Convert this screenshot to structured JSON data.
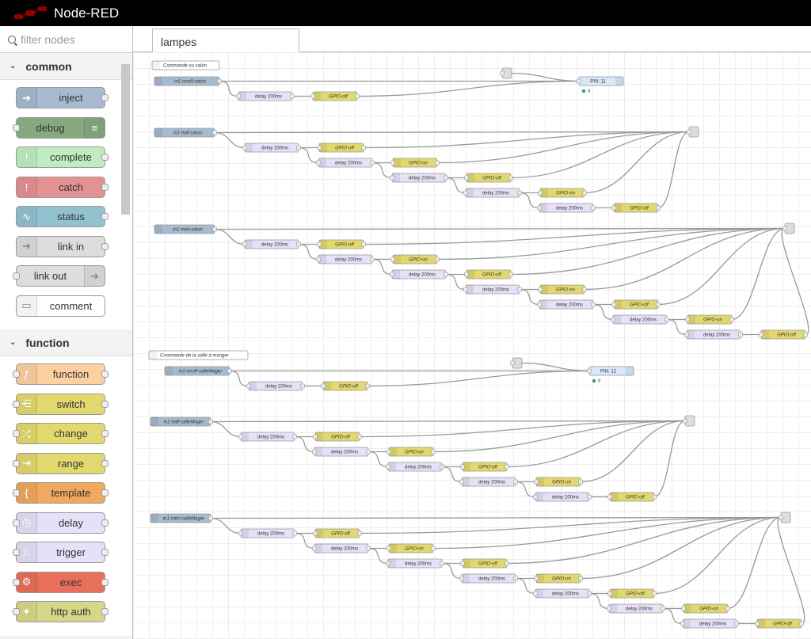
{
  "app": {
    "title": "Node-RED"
  },
  "palette": {
    "filter_placeholder": "filter nodes",
    "categories": [
      {
        "name": "common",
        "nodes": [
          {
            "label": "inject",
            "color": "#a6bbcf",
            "icon": "arrow-in-icon",
            "side": "left",
            "in": false,
            "out": true
          },
          {
            "label": "debug",
            "color": "#87a980",
            "icon": "list-icon",
            "side": "right",
            "in": true,
            "out": false
          },
          {
            "label": "complete",
            "color": "#c0edc0",
            "icon": "exclaim-icon",
            "side": "left",
            "in": false,
            "out": true
          },
          {
            "label": "catch",
            "color": "#e49191",
            "icon": "exclaim-icon",
            "side": "left",
            "in": false,
            "out": true
          },
          {
            "label": "status",
            "color": "#94c1d0",
            "icon": "pulse-icon",
            "side": "left",
            "in": false,
            "out": true
          },
          {
            "label": "link in",
            "color": "#dddddd",
            "icon": "link-in-icon",
            "side": "left",
            "in": false,
            "out": true
          },
          {
            "label": "link out",
            "color": "#dddddd",
            "icon": "link-out-icon",
            "side": "right",
            "in": true,
            "out": false
          },
          {
            "label": "comment",
            "color": "#ffffff",
            "icon": "comment-icon",
            "side": "left",
            "in": false,
            "out": false
          }
        ]
      },
      {
        "name": "function",
        "nodes": [
          {
            "label": "function",
            "color": "#fdd0a2",
            "icon": "function-icon",
            "side": "left",
            "in": true,
            "out": true
          },
          {
            "label": "switch",
            "color": "#e2d96e",
            "icon": "switch-icon",
            "side": "left",
            "in": true,
            "out": true
          },
          {
            "label": "change",
            "color": "#e2d96e",
            "icon": "shuffle-icon",
            "side": "left",
            "in": true,
            "out": true
          },
          {
            "label": "range",
            "color": "#e2d96e",
            "icon": "range-icon",
            "side": "left",
            "in": true,
            "out": true
          },
          {
            "label": "template",
            "color": "#f0a95f",
            "icon": "template-icon",
            "side": "left",
            "in": true,
            "out": true
          },
          {
            "label": "delay",
            "color": "#e6e0f8",
            "icon": "timer-icon",
            "side": "left",
            "in": true,
            "out": true
          },
          {
            "label": "trigger",
            "color": "#e6e0f8",
            "icon": "trigger-icon",
            "side": "left",
            "in": true,
            "out": true
          },
          {
            "label": "exec",
            "color": "#e8705a",
            "icon": "gear-icon",
            "side": "left",
            "in": true,
            "out": true
          },
          {
            "label": "http auth",
            "color": "#d7d78a",
            "icon": "globe-icon",
            "side": "left",
            "in": true,
            "out": true
          }
        ]
      }
    ]
  },
  "workspace": {
    "tabs": [
      {
        "label": "lampes"
      }
    ],
    "comments": [
      "Commande su salon",
      "Commande de la salle à manger"
    ],
    "groups": [
      {
        "inject": "in1-onoff-salon",
        "pin": "PIN: 11",
        "delay": "delay 200ms",
        "gpio_off": "GPIO-off",
        "status": "0"
      },
      {
        "inject": "in1-half-salon",
        "delay": "delay 200ms",
        "gpio_off": "GPIO-off",
        "gpio_on": "GPIO-on"
      },
      {
        "inject": "in1-mini-salon",
        "delay": "delay 200ms",
        "gpio_off": "GPIO-off",
        "gpio_on": "GPIO-on"
      },
      {
        "inject": "in1-onoff-salleMager",
        "pin": "PIN: 12",
        "delay": "delay 200ms",
        "gpio_off": "GPIO-off",
        "status": "0"
      },
      {
        "inject": "in1-half-salleMager",
        "delay": "delay 200ms",
        "gpio_off": "GPIO-off",
        "gpio_on": "GPIO-on"
      },
      {
        "inject": "in1-mini-salleMager",
        "delay": "delay 200ms",
        "gpio_off": "GPIO-off",
        "gpio_on": "GPIO-on"
      }
    ],
    "colors": {
      "inject": "#a6bbcf",
      "delay": "#e6e0f8",
      "change": "#e2d96e",
      "rpi": "#d8e8f8",
      "link": "#dddddd",
      "comment": "#ffffff",
      "status_dot": "#3c9f6e"
    }
  }
}
